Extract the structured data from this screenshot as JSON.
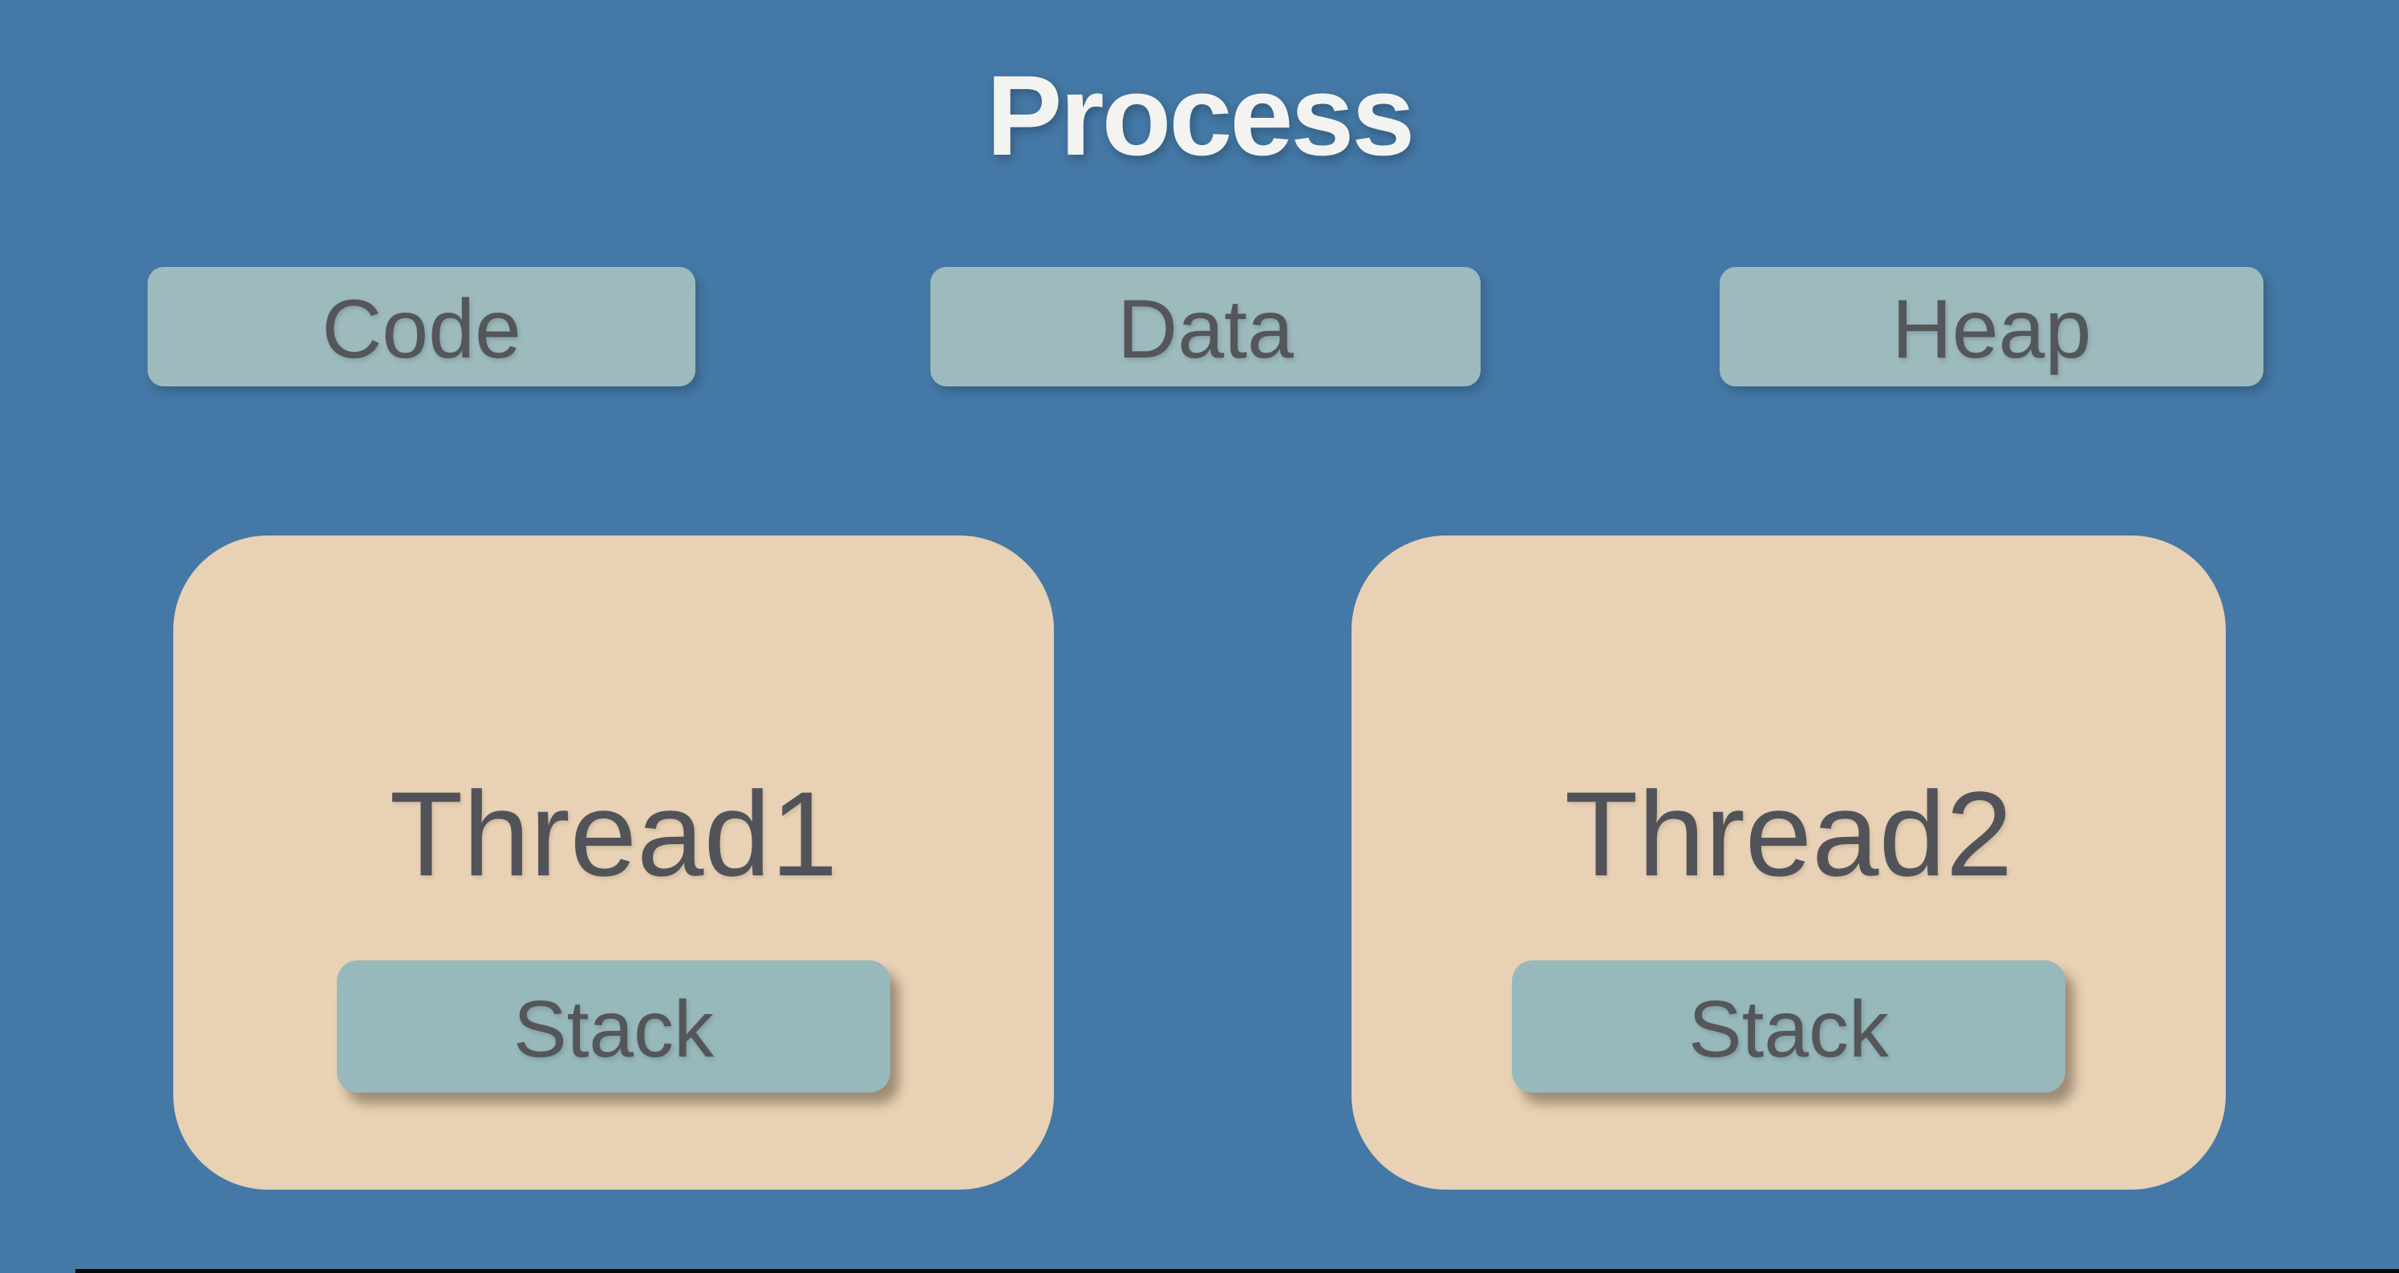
{
  "diagram": {
    "title": "Process",
    "memory_sections": [
      {
        "id": "code",
        "label": "Code"
      },
      {
        "id": "data",
        "label": "Data"
      },
      {
        "id": "heap",
        "label": "Heap"
      }
    ],
    "threads": [
      {
        "id": "thread1",
        "label": "Thread1",
        "stack_label": "Stack"
      },
      {
        "id": "thread2",
        "label": "Thread2",
        "stack_label": "Stack"
      }
    ],
    "colors": {
      "background": "#4478A6",
      "memory_section_fill": "#9DBBBD",
      "thread_fill": "#E8D1B4",
      "stack_fill": "#97B9BC",
      "label_text": "#54565A",
      "title_text": "#F3F3F1",
      "bottom_bar": "#060606"
    }
  }
}
